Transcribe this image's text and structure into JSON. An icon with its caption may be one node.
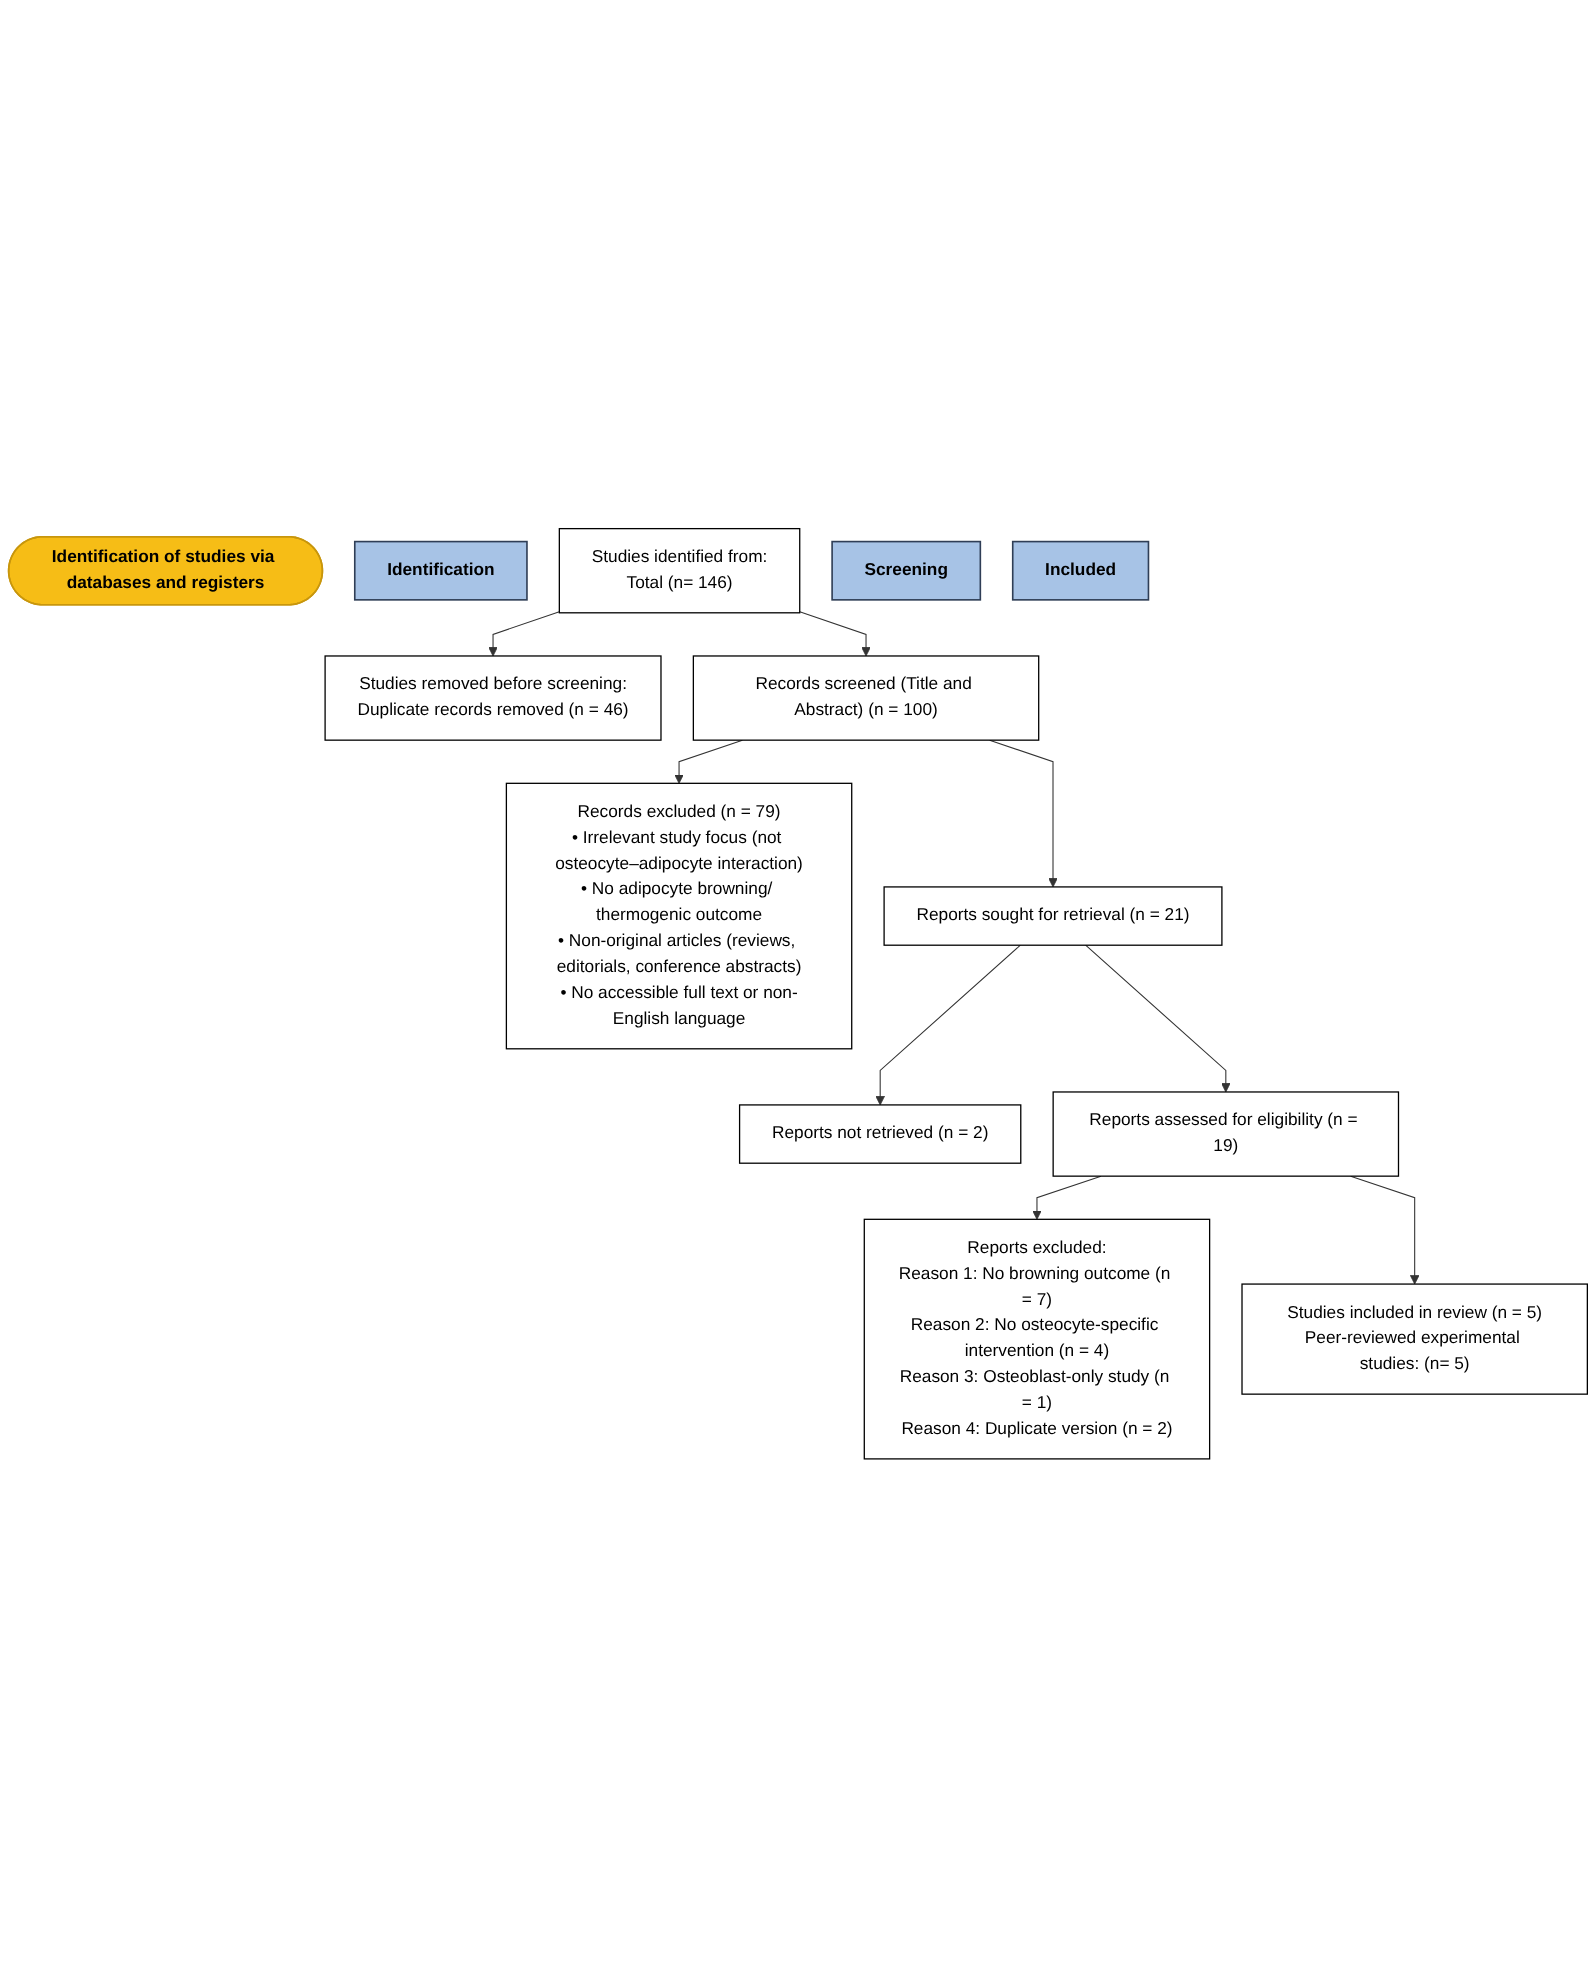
{
  "diagram": {
    "nodes": [
      {
        "text": [
          "Identification of studies via databases and registers"
        ]
      },
      {
        "text": [
          "Identification"
        ]
      },
      {
        "text": [
          "Studies identified from:",
          "Total (n= 146)"
        ]
      },
      {
        "text": [
          "Studies removed before screening:",
          "Duplicate records removed (n = 46)"
        ]
      },
      {
        "text": [
          "Screening"
        ]
      },
      {
        "text": [
          "Records screened (Title and Abstract) (n = 100)"
        ]
      },
      {
        "text": [
          "Records excluded (n = 79)",
          "• Irrelevant study focus (not osteocyte–adipocyte interaction)",
          "• No adipocyte browning/ thermogenic outcome",
          "• Non-original articles (reviews, editorials, conference abstracts)",
          "• No accessible full text or non-English language"
        ]
      },
      {
        "text": [
          "Reports sought for retrieval (n = 21)"
        ]
      },
      {
        "text": [
          "Reports not retrieved (n = 2)"
        ]
      },
      {
        "text": [
          "Reports assessed for eligibility (n = 19)"
        ]
      },
      {
        "text": [
          "Reports excluded:",
          "Reason 1: No browning outcome (n = 7)",
          "Reason 2: No osteocyte-specific intervention (n = 4)",
          "Reason 3: Osteoblast-only study (n = 1)",
          "Reason 4: Duplicate version (n = 2)"
        ]
      },
      {
        "text": [
          "Included"
        ]
      },
      {
        "text": [
          "Studies included in review (n = 5)",
          "Peer-reviewed experimental studies: (n= 5)"
        ]
      }
    ],
    "edges": [
      {
        "from": 2,
        "to": 3,
        "arrow": "to"
      },
      {
        "from": 2,
        "to": 5,
        "arrow": "to"
      },
      {
        "from": 5,
        "to": 6,
        "arrow": "to"
      },
      {
        "from": 5,
        "to": 7,
        "arrow": "to"
      },
      {
        "from": 7,
        "to": 8,
        "arrow": "to"
      },
      {
        "from": 7,
        "to": 9,
        "arrow": "to"
      },
      {
        "from": 9,
        "to": 10,
        "arrow": "to"
      },
      {
        "from": 9,
        "to": 12,
        "arrow": "to"
      }
    ]
  }
}
